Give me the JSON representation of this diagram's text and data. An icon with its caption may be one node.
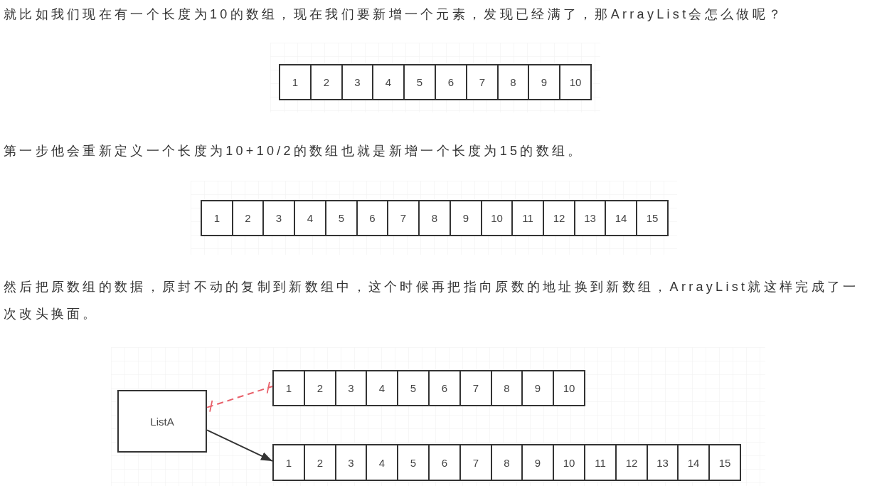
{
  "diagram": {
    "nodes": [
      {
        "text": [
          "1"
        ]
      },
      {
        "text": [
          "2"
        ]
      },
      {
        "text": [
          "3"
        ]
      },
      {
        "text": [
          "4"
        ]
      },
      {
        "text": [
          "5"
        ]
      },
      {
        "text": [
          "6"
        ]
      },
      {
        "text": [
          "7"
        ]
      },
      {
        "text": [
          "8"
        ]
      },
      {
        "text": [
          "9"
        ]
      },
      {
        "text": [
          "10"
        ]
      },
      {
        "text": [
          "1"
        ]
      },
      {
        "text": [
          "2"
        ]
      },
      {
        "text": [
          "3"
        ]
      },
      {
        "text": [
          "4"
        ]
      },
      {
        "text": [
          "5"
        ]
      },
      {
        "text": [
          "6"
        ]
      },
      {
        "text": [
          "7"
        ]
      },
      {
        "text": [
          "8"
        ]
      },
      {
        "text": [
          "9"
        ]
      },
      {
        "text": [
          "10"
        ]
      },
      {
        "text": [
          "11"
        ]
      },
      {
        "text": [
          "12"
        ]
      },
      {
        "text": [
          "13"
        ]
      },
      {
        "text": [
          "14"
        ]
      },
      {
        "text": [
          "15"
        ]
      },
      {
        "text": [
          "ListA"
        ]
      },
      {
        "text": [
          "1"
        ]
      },
      {
        "text": [
          "2"
        ]
      },
      {
        "text": [
          "3"
        ]
      },
      {
        "text": [
          "4"
        ]
      },
      {
        "text": [
          "5"
        ]
      },
      {
        "text": [
          "6"
        ]
      },
      {
        "text": [
          "7"
        ]
      },
      {
        "text": [
          "8"
        ]
      },
      {
        "text": [
          "9"
        ]
      },
      {
        "text": [
          "10"
        ]
      },
      {
        "text": [
          "1"
        ]
      },
      {
        "text": [
          "2"
        ]
      },
      {
        "text": [
          "3"
        ]
      },
      {
        "text": [
          "4"
        ]
      },
      {
        "text": [
          "5"
        ]
      },
      {
        "text": [
          "6"
        ]
      },
      {
        "text": [
          "7"
        ]
      },
      {
        "text": [
          "8"
        ]
      },
      {
        "text": [
          "9"
        ]
      },
      {
        "text": [
          "10"
        ]
      },
      {
        "text": [
          "11"
        ]
      },
      {
        "text": [
          "12"
        ]
      },
      {
        "text": [
          "13"
        ]
      },
      {
        "text": [
          "14"
        ]
      },
      {
        "text": [
          "15"
        ]
      }
    ],
    "edges": [
      {
        "from": 25,
        "to": 26,
        "arrow": "other",
        "style": "dashed",
        "color": "#e8606a"
      },
      {
        "from": 25,
        "to": 36,
        "arrow": "to",
        "color": "#333333"
      }
    ],
    "labels": [
      "就比如我们现在有一个长度为10的数组，现在我们要新增一个元素，发现已经满了，那ArrayList会怎么做呢？",
      "第一步他会重新定义一个长度为10+10/2的数组也就是新增一个长度为15的数组。",
      "然后把原数组的数据，原封不动的复制到新数组中，这个时候再把指向原数的地址换到新数组，ArrayList就这样完成了一次改头换面。"
    ]
  }
}
